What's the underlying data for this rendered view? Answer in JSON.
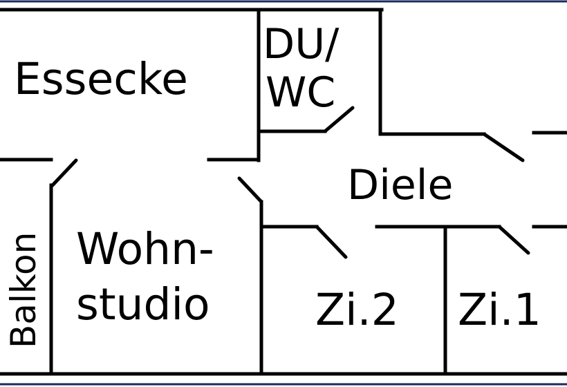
{
  "rooms": {
    "essecke": "Essecke",
    "duwc_line1": "DU/",
    "duwc_line2": "WC",
    "diele": "Diele",
    "balkon": "Balkon",
    "wohn_line1": "Wohn-",
    "wohn_line2": "studio",
    "zi2": "Zi.2",
    "zi1": "Zi.1"
  },
  "colors": {
    "frame": "#1a2a5c",
    "lines": "#000000",
    "background": "#ffffff"
  }
}
